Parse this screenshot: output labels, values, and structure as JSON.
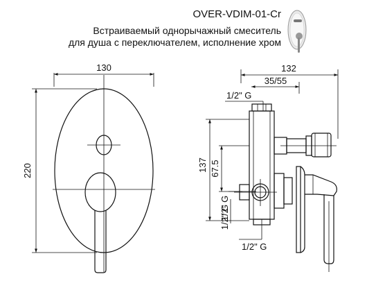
{
  "header": {
    "model": "OVER-VDIM-01-Cr",
    "line1": "Встраиваемый однорычажный смеситель",
    "line2": "для душа с переключателем, исполнение хром"
  },
  "dimensions": {
    "front_width": "130",
    "front_height": "220",
    "side_total": "132",
    "side_depth": "35/55",
    "thread_top": "1/2\" G",
    "height_137": "137",
    "height_67": "67.5",
    "thread_left": "1/2\" G",
    "thread_left2": "1/2\" G",
    "thread_bottom": "1/2\" G"
  },
  "icons": {
    "thumbnail": "mixer-thumbnail-icon"
  }
}
